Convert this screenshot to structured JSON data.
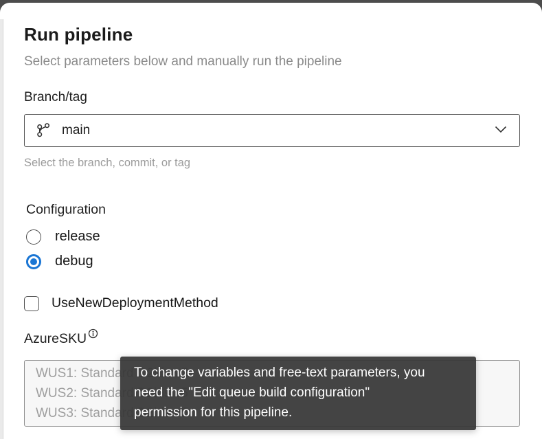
{
  "panel": {
    "title": "Run pipeline",
    "subtitle": "Select parameters below and manually run the pipeline"
  },
  "branch": {
    "label": "Branch/tag",
    "value": "main",
    "helper": "Select the branch, commit, or tag",
    "icon": "git-branch-icon",
    "chevron_icon": "chevron-down-icon"
  },
  "configuration": {
    "label": "Configuration",
    "options": [
      {
        "label": "release",
        "selected": false
      },
      {
        "label": "debug",
        "selected": true
      }
    ]
  },
  "use_new_deployment": {
    "label": "UseNewDeploymentMethod",
    "checked": false
  },
  "azure_sku": {
    "label": "AzureSKU",
    "info_icon": "info-icon",
    "disabled": true,
    "options": [
      "WUS1: Standard D2ids v5",
      "WUS2: Standard D2ids v5",
      "WUS3: Standard D2ids v5"
    ]
  },
  "tooltip": {
    "text": "To change variables and free-text parameters, you need the \"Edit queue build configuration\" permission for this pipeline."
  },
  "colors": {
    "accent_blue": "#1b76d4",
    "tooltip_bg": "#383838",
    "disabled_bg": "#f7f7f7"
  }
}
